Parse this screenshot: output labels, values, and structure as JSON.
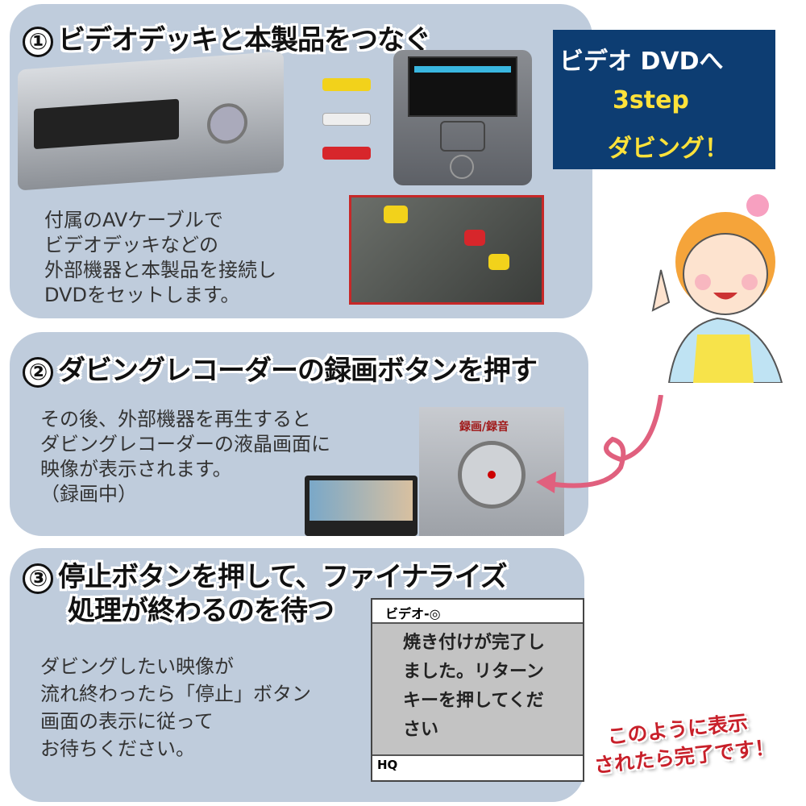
{
  "badge": {
    "line1": "ビデオ DVDへ",
    "line2": "3step",
    "line3": "ダビング！",
    "bg": "#0d3d72",
    "accent": "#ffe23a"
  },
  "step1": {
    "number": "①",
    "title": "ビデオデッキと本製品をつなぐ",
    "body": [
      "付属のAVケーブルで",
      "ビデオデッキなどの",
      "外部機器と本製品を接続し",
      "DVDをセットします。"
    ]
  },
  "step2": {
    "number": "②",
    "title": "ダビングレコーダーの録画ボタンを押す",
    "body": [
      "その後、外部機器を再生すると",
      "ダビングレコーダーの液晶画面に",
      "映像が表示されます。",
      "（録画中）"
    ],
    "button_label": "録画/録音"
  },
  "step3": {
    "number": "③",
    "title_line1": "停止ボタンを押して、ファイナライズ",
    "title_line2": "処理が終わるのを待つ",
    "body": [
      "ダビングしたい映像が",
      "流れ終わったら「停止」ボタン",
      "画面の表示に従って",
      "お待ちください。"
    ],
    "screen": {
      "header": "ビデオ-◎",
      "message": [
        "焼き付けが完了し",
        "ました。リターン",
        "キーを押してくだ",
        "さい"
      ],
      "quality": "HQ"
    },
    "callout": [
      "このように表示",
      "されたら完了です！"
    ],
    "callout_color": "#c8202a"
  },
  "colors": {
    "panel": "#bfccdc",
    "arrow": "#e0607e"
  }
}
